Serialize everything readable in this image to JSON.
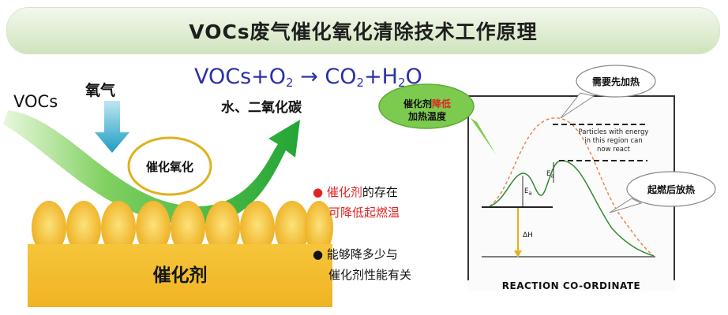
{
  "title": "VOCs废气催化氧化清除技术工作原理",
  "left": {
    "vocs_label": "VOCs",
    "oxygen_label": "氧气",
    "reaction_circle_label": "催化氧化",
    "equation": {
      "lhs": "VOCs+O",
      "lhs_sub": "2",
      "arrow": "→",
      "rhs1": "CO",
      "rhs1_sub": "2",
      "plus": "+H",
      "rhs2_sub": "2",
      "rhs2": "O"
    },
    "products": "水、二氧化碳",
    "catalyst_label": "催化剂"
  },
  "notes": {
    "note1_prefix": "催化剂",
    "note1_rest": "的存在",
    "note1_line2": "可降低起燃温",
    "note2_line1": "能够降多少与",
    "note2_line2": "催化剂性能有关"
  },
  "energy_diagram": {
    "bubble_left_prefix": "催化剂",
    "bubble_left_red": "降低",
    "bubble_left_line2": "加热温度",
    "bubble_top": "需要先加热",
    "bubble_right": "起燃后放热",
    "particles_text": [
      "Particles with energy",
      "in this region can",
      "now react"
    ],
    "ea_label": "E",
    "ea_sub": "a",
    "dh_label": "ΔH",
    "x_axis_label": "REACTION CO-ORDINATE"
  },
  "colors": {
    "arrow_green": "#3bb54a",
    "oxygen_arrow": "#2aa7c9",
    "catalyst_gold": "#f2b62a",
    "equation_blue": "#2a30a8",
    "note_red": "#e02424",
    "title_bar_green": "#dcebcf"
  }
}
